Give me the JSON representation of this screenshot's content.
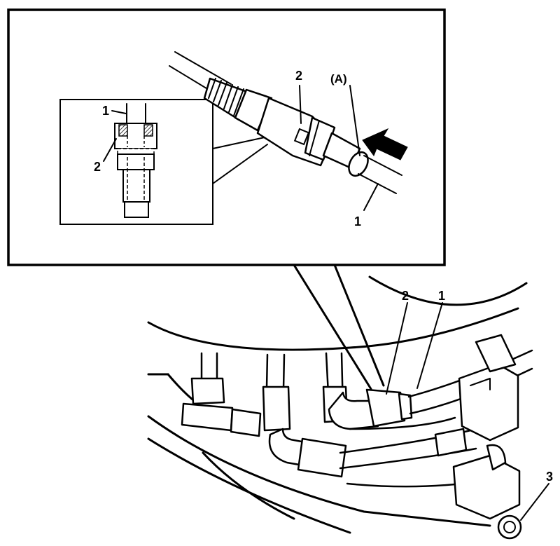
{
  "callouts": {
    "A": "(A)",
    "top_2": "2",
    "top_1": "1",
    "inset_1": "1",
    "inset_2": "2",
    "bottom_2": "2",
    "bottom_1": "1",
    "bottom_3": "3"
  },
  "colors": {
    "line": "#000000",
    "background": "#ffffff"
  },
  "icons": {
    "push_arrow": "arrow-left-down-icon"
  }
}
